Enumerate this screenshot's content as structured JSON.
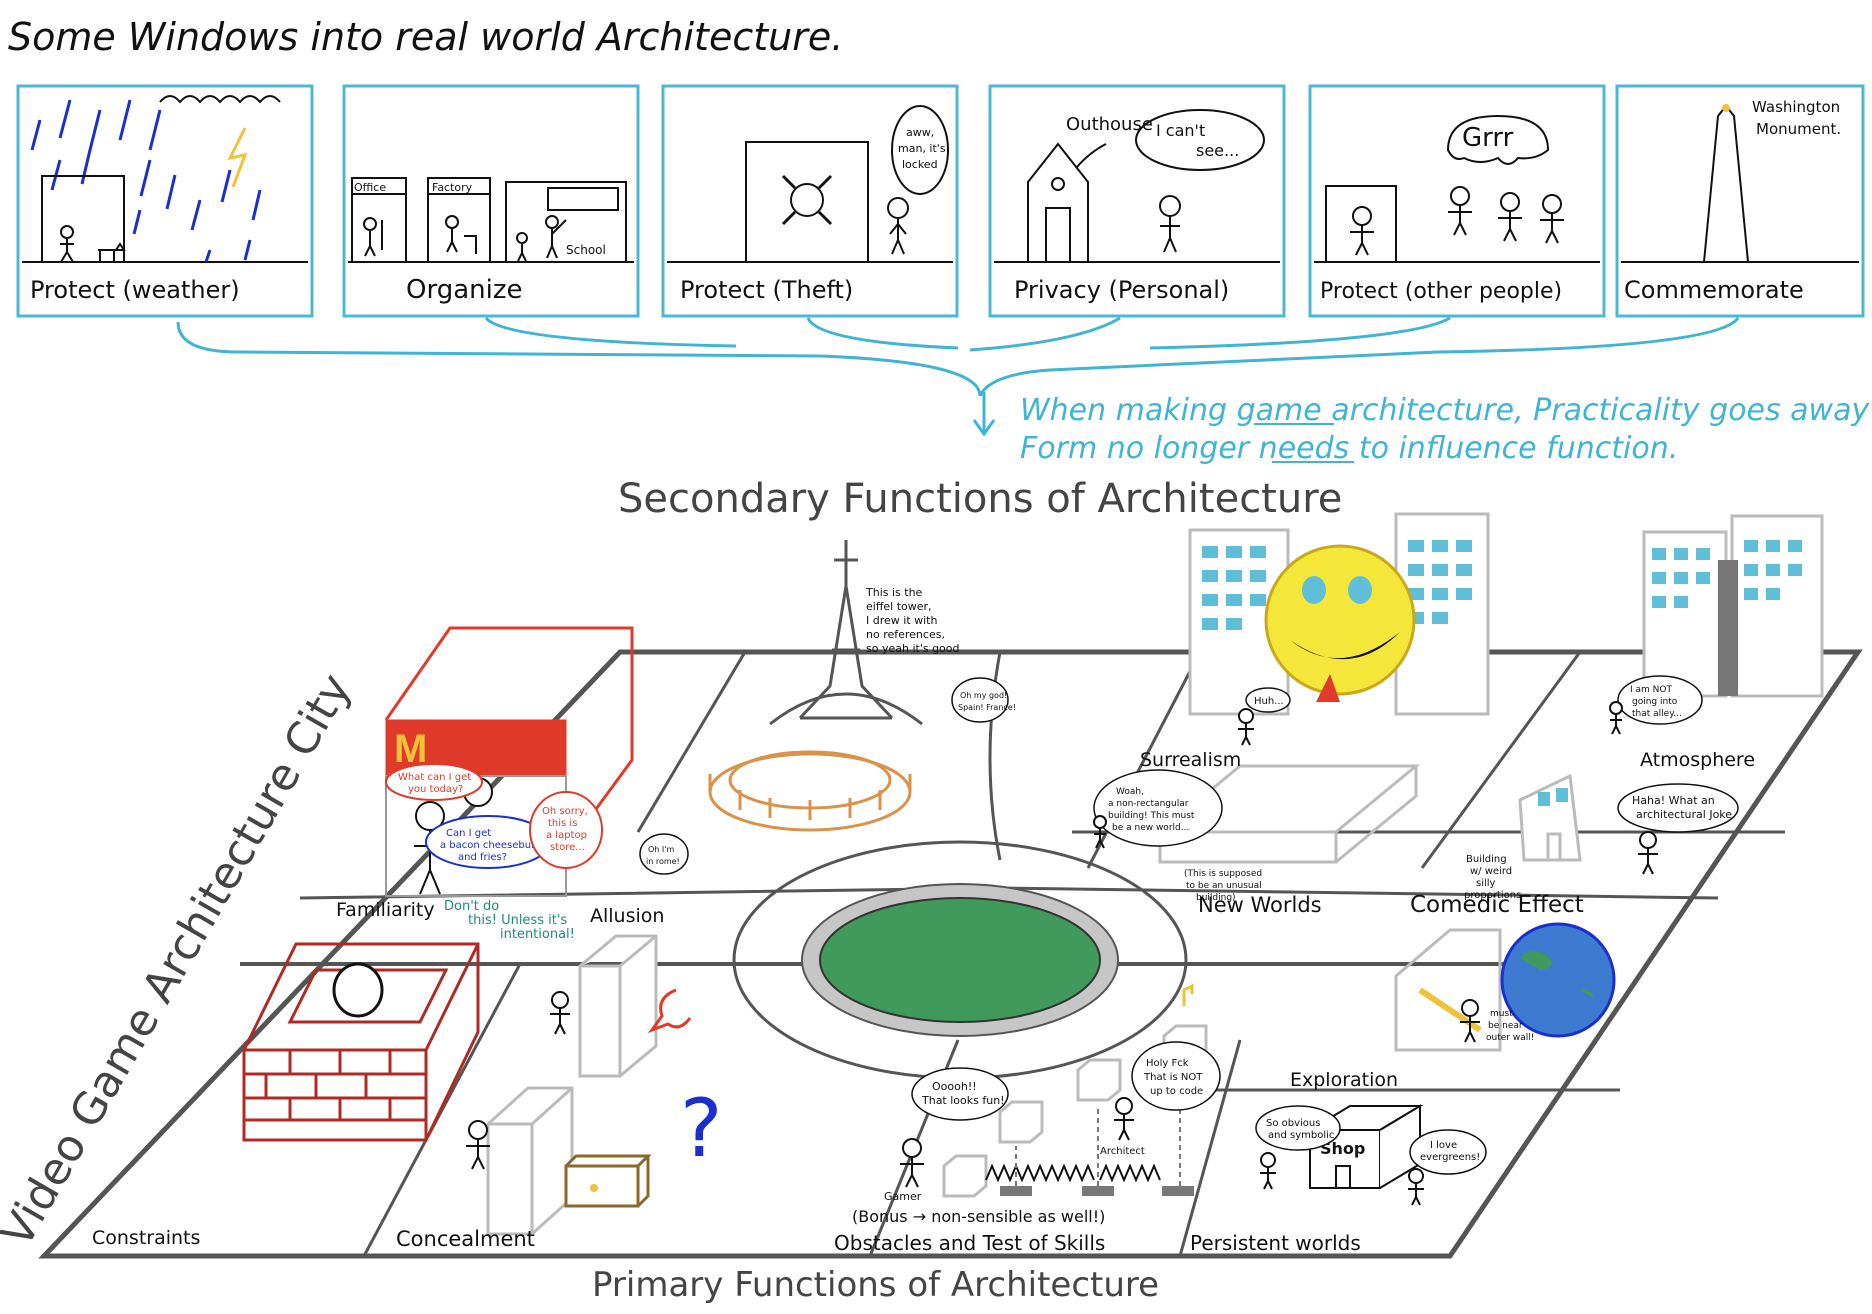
{
  "title": "Some Windows into real world Architecture.",
  "panels": [
    {
      "label": "Protect (weather)",
      "icon": "rain-lightning-icon"
    },
    {
      "label": "Organize",
      "icon": "buildings-icon",
      "signs": [
        "Office",
        "Factory",
        "School"
      ]
    },
    {
      "label": "Protect (Theft)",
      "icon": "locked-vault-icon",
      "speech": [
        "aww,",
        "man, it's",
        "locked"
      ]
    },
    {
      "label": "Privacy (Personal)",
      "icon": "outhouse-icon",
      "caption": "Outhouse",
      "speech": [
        "I can't",
        "see..."
      ]
    },
    {
      "label": "Protect (other people)",
      "icon": "crowd-icon",
      "speech": [
        "Grrr"
      ]
    },
    {
      "label": "Commemorate",
      "icon": "monument-icon",
      "caption": [
        "Washington",
        "Monument."
      ]
    }
  ],
  "note": {
    "line1": "When making game architecture, Practicality goes away",
    "line2": "Form no longer needs to influence function."
  },
  "secondary_title": "Secondary Functions of Architecture",
  "primary_title": "Primary Functions of Architecture",
  "city_title": "Video Game Architecture City",
  "districts": {
    "familiarity": "Familiarity",
    "allusion": "Allusion",
    "surrealism": "Surrealism",
    "atmosphere": "Atmosphere",
    "new_worlds": "New Worlds",
    "comedic": "Comedic Effect",
    "exploration": "Exploration",
    "constraints": "Constraints",
    "concealment": "Concealment",
    "obstacles": "Obstacles and Test of Skills",
    "persistent": "Persistent worlds"
  },
  "bubbles": {
    "mcd_1": [
      "What can I get",
      "you today?"
    ],
    "mcd_2": [
      "Can I get",
      "a bacon cheeseburger",
      "and fries?"
    ],
    "mcd_3": [
      "Oh sorry,",
      "this is",
      "a laptop",
      "store..."
    ],
    "familiarity_note": [
      "Don't do",
      "this! Unless it's",
      "intentional!"
    ],
    "eiffel_note": [
      "This is the",
      "eiffel tower,",
      "I drew it with",
      "no references,",
      "so yeah it's good"
    ],
    "paris": [
      "Oh my god!",
      "Spain! France!"
    ],
    "rome": [
      "Oh I'm",
      "in rome!"
    ],
    "huh": [
      "Huh..."
    ],
    "alley": [
      "I am NOT",
      "going into",
      "that alley..."
    ],
    "new_worlds_1": [
      "Woah,",
      "a non-rectangular",
      "building! This must",
      "be a new world..."
    ],
    "new_worlds_2": [
      "(This is supposed",
      "to be an unusual",
      "building)"
    ],
    "joke": [
      "Haha! What an",
      "architectural Joke"
    ],
    "building_props": [
      "Building",
      "w/ weird",
      "silly",
      "proportions"
    ],
    "outer_wall": [
      "must",
      "be near",
      "outer wall!"
    ],
    "fun": [
      "Ooooh!!",
      "That looks fun!"
    ],
    "not_code": [
      "Holy Fck",
      "That is NOT",
      "up to code"
    ],
    "symbolic": [
      "So obvious",
      "and symbolic"
    ],
    "evergreen": [
      "I love",
      "evergreens!"
    ]
  },
  "labels": {
    "mcd_logo": "M",
    "shop": "Shop",
    "gamer": "Gamer",
    "architect": "Architect",
    "bonus": "(Bonus → non-sensible as well!)",
    "question": "?"
  },
  "colors": {
    "panel_border": "#49b9d6",
    "accent_blue": "#3fb4d3",
    "ink": "#111111",
    "street": "#555555",
    "red": "#e03a2a",
    "park": "#3f9a5c"
  }
}
